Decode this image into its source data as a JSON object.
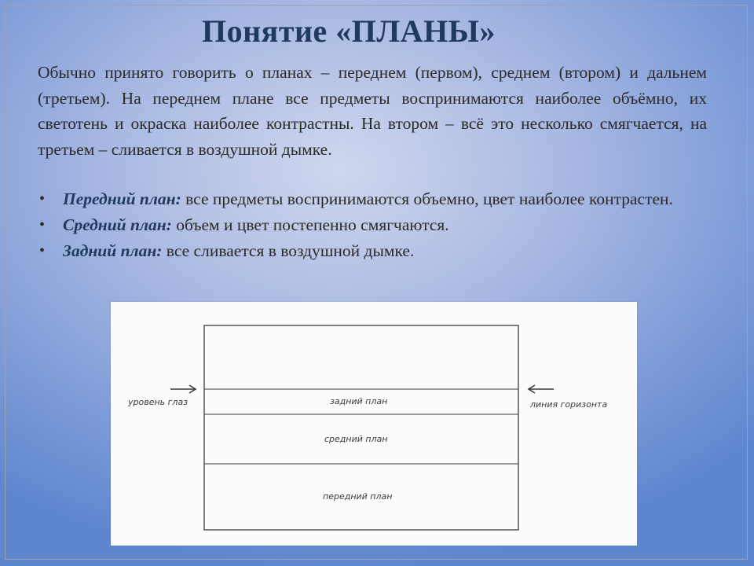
{
  "slide": {
    "title": "Понятие «ПЛАНЫ»",
    "intro": "Обычно принято говорить о планах – переднем (первом), среднем (втором) и дальнем (третьем). На переднем плане все предметы воспринимаются наиболее объёмно, их светотень и окраска наиболее контрастны. На втором – всё это несколько смягчается, на третьем – сливается в воздушной дымке.",
    "bullets": [
      {
        "term": "Передний план:",
        "text": " все предметы воспринимаются объемно, цвет наиболее контрастен."
      },
      {
        "term": "Средний план:",
        "text": " объем и цвет постепенно смягчаются."
      },
      {
        "term": "Задний план:",
        "text": " все сливается в воздушной дымке."
      }
    ],
    "bullet_glyph": "•"
  },
  "diagram": {
    "eye_level": "уровень глаз",
    "horizon_line": "линия горизонта",
    "background_plan": "задний план",
    "middle_plan": "средний план",
    "foreground_plan": "передний план"
  },
  "colors": {
    "title": "#1f3a5c",
    "text": "#2a2a2a"
  }
}
